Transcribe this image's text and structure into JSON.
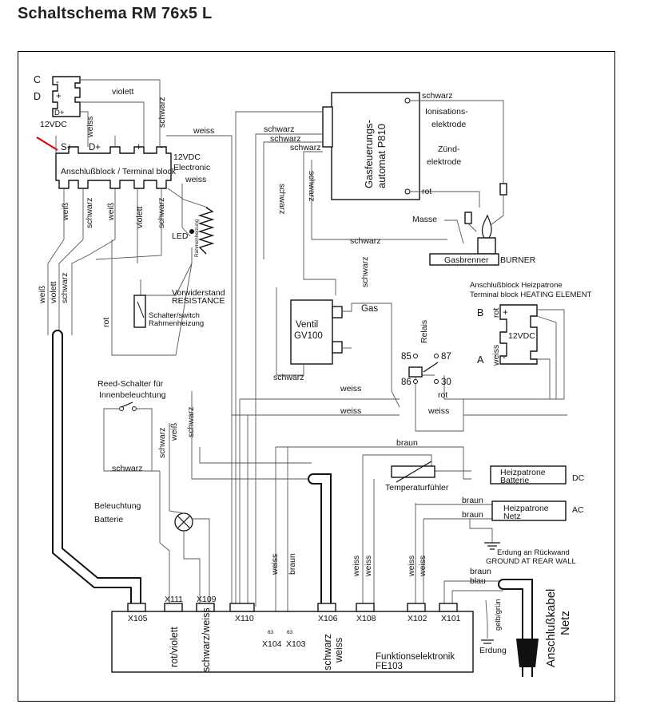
{
  "title": "Schaltschema RM 76x5 L",
  "terminals_12v": {
    "c": "C",
    "d": "D",
    "minus": "-",
    "plus": "+",
    "d_plus": "D+",
    "label": "12VDC"
  },
  "terminal_block": {
    "label": "Anschlußblock / Terminal block",
    "s_plus": "S+",
    "d_plus": "D+",
    "plus": "+",
    "minus": "-",
    "side_label_1": "12VDC",
    "side_label_2": "Electronic"
  },
  "wires": {
    "violett": "violett",
    "schwarz": "schwarz",
    "weiss": "weiss",
    "weiß": "weiß",
    "rot": "rot",
    "braun": "braun",
    "blau": "blau",
    "gelb_gruen": "gelb/grün"
  },
  "led": "LED",
  "rahmenheizung": "Rahmenheizung",
  "resistance": {
    "line1": "Vorwiderstand",
    "line2": "RESISTANCE"
  },
  "switch": {
    "line1": "Schalter/switch",
    "line2": "Rahmenheizung"
  },
  "gas_auto": {
    "line1": "Gasfeuerungs-",
    "line2": "automat P810"
  },
  "ionisation": {
    "line1": "Ionisations-",
    "line2": "elektrode"
  },
  "zuend": {
    "line1": "Zünd-",
    "line2": "elektrode"
  },
  "masse": "Masse",
  "burner": {
    "de": "Gasbrenner",
    "en": "BURNER"
  },
  "heating_block": {
    "line1": "Anschlußblock Heizpatrone",
    "line2": "Terminal block HEATING ELEMENT",
    "b": "B",
    "a": "A",
    "plus": "+",
    "minus": "-",
    "v": "12VDC"
  },
  "valve": {
    "line1": "Ventil",
    "line2": "GV100",
    "gas": "Gas"
  },
  "relay": {
    "label": "Relais",
    "p85": "85",
    "p86": "86",
    "p87": "87",
    "p30": "30"
  },
  "reed": {
    "line1": "Reed-Schalter für",
    "line2": "Innenbeleuchtung"
  },
  "light": {
    "line1": "Beleuchtung",
    "line2": "Batterie"
  },
  "heizpatrone_dc": {
    "line1": "Heizpatrone",
    "line2": "Batterie",
    "tag": "DC"
  },
  "heizpatrone_ac": {
    "line1": "Heizpatrone",
    "line2": "Netz",
    "tag": "AC"
  },
  "temp_sensor": "Temperaturfühler",
  "ground": {
    "line1": "Erdung an Rückwand",
    "line2": "GROUND AT  REAR WALL",
    "erdung": "Erdung"
  },
  "connectors": {
    "x105": "X105",
    "x111": "X111",
    "x109": "X109",
    "x110": "X110",
    "x106": "X106",
    "x108": "X108",
    "x102": "X102",
    "x101": "X101",
    "x104": "X104",
    "x103": "X103",
    "n63a": "63",
    "n63b": "63"
  },
  "fe": {
    "line1": "Funktionselektronik",
    "line2": "FE103"
  },
  "vertical_labels": {
    "rot_violett": "rot/violett",
    "schwarz_weiss": "schwarz/weiss",
    "schwarz": "schwarz",
    "weiss": "weiss"
  },
  "cable": {
    "line1": "Anschlußkabel",
    "line2": "Netz"
  }
}
